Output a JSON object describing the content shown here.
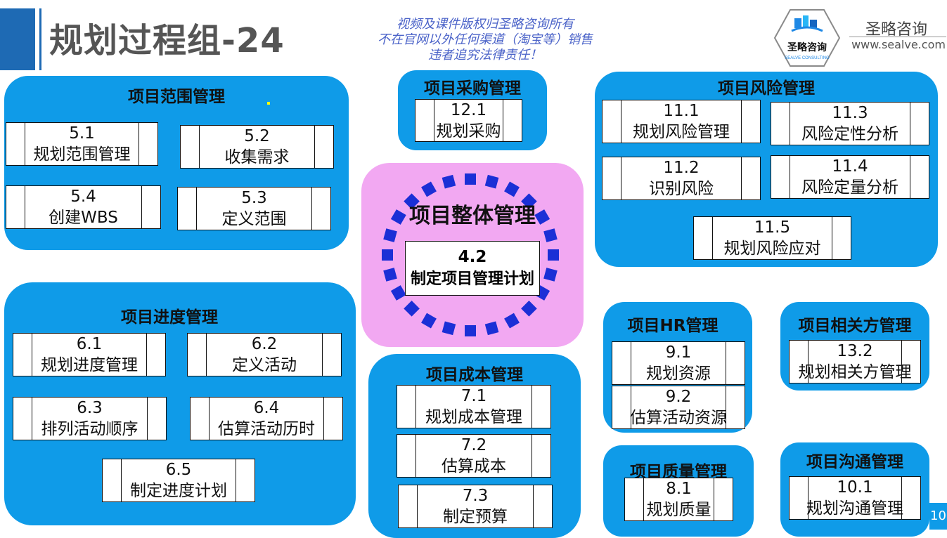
{
  "header": {
    "title": "规划过程组-24",
    "copyright_lines": [
      "视频及课件版权归圣略咨询所有",
      "不在官网以外任何渠道（淘宝等）销售",
      "违者追究法律责任！"
    ],
    "brand_name": "圣略咨询",
    "brand_url": "www.sealve.com",
    "logo_text": "圣略咨询",
    "logo_subtext": "SEALVE CONSULTING"
  },
  "groups": {
    "scope": {
      "title": "项目范围管理",
      "items": [
        {
          "num": "5.1",
          "name": "规划范围管理"
        },
        {
          "num": "5.2",
          "name": "收集需求"
        },
        {
          "num": "5.4",
          "name": "创建WBS"
        },
        {
          "num": "5.3",
          "name": "定义范围"
        }
      ]
    },
    "procurement": {
      "title": "项目采购管理",
      "items": [
        {
          "num": "12.1",
          "name": "规划采购"
        }
      ]
    },
    "risk": {
      "title": "项目风险管理",
      "items": [
        {
          "num": "11.1",
          "name": "规划风险管理"
        },
        {
          "num": "11.3",
          "name": "风险定性分析"
        },
        {
          "num": "11.2",
          "name": "识别风险"
        },
        {
          "num": "11.4",
          "name": "风险定量分析"
        },
        {
          "num": "11.5",
          "name": "规划风险应对"
        }
      ]
    },
    "integration": {
      "title": "项目整体管理",
      "items": [
        {
          "num": "4.2",
          "name": "制定项目管理计划"
        }
      ]
    },
    "schedule": {
      "title": "项目进度管理",
      "items": [
        {
          "num": "6.1",
          "name": "规划进度管理"
        },
        {
          "num": "6.2",
          "name": "定义活动"
        },
        {
          "num": "6.3",
          "name": "排列活动顺序"
        },
        {
          "num": "6.4",
          "name": "估算活动历时"
        },
        {
          "num": "6.5",
          "name": "制定进度计划"
        }
      ]
    },
    "cost": {
      "title": "项目成本管理",
      "items": [
        {
          "num": "7.1",
          "name": "规划成本管理"
        },
        {
          "num": "7.2",
          "name": "估算成本"
        },
        {
          "num": "7.3",
          "name": "制定预算"
        }
      ]
    },
    "hr": {
      "title": "项目HR管理",
      "items": [
        {
          "num": "9.1",
          "name": "规划资源"
        },
        {
          "num": "9.2",
          "name": "估算活动资源"
        }
      ]
    },
    "stakeholder": {
      "title": "项目相关方管理",
      "items": [
        {
          "num": "13.2",
          "name": "规划相关方管理"
        }
      ]
    },
    "quality": {
      "title": "项目质量管理",
      "items": [
        {
          "num": "8.1",
          "name": "规划质量"
        }
      ]
    },
    "communication": {
      "title": "项目沟通管理",
      "items": [
        {
          "num": "10.1",
          "name": "规划沟通管理"
        }
      ]
    }
  },
  "page_number": "10",
  "colors": {
    "group_fill": "#0f9be8",
    "integration_fill": "#f2a8f2",
    "dot_color": "#1b2fd6",
    "title_bar": "#1e6ab4"
  }
}
